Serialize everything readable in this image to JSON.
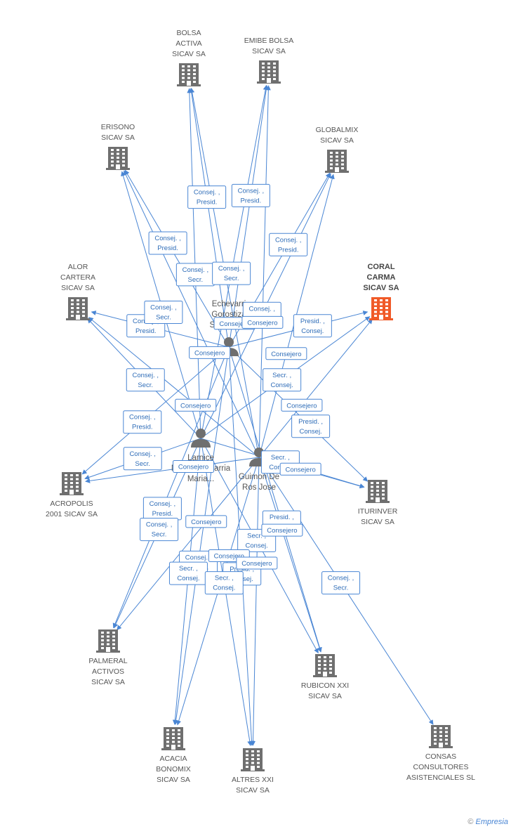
{
  "colors": {
    "edge": "#4a86d4",
    "building": "#6f6f6f",
    "focus": "#f05a28",
    "person": "#6f6f6f",
    "label": "#555555"
  },
  "companies": [
    {
      "id": "bolsa",
      "label": [
        "BOLSA",
        "ACTIVA",
        "SICAV SA"
      ],
      "icon": "building-icon"
    },
    {
      "id": "emibe",
      "label": [
        "EMIBE BOLSA",
        "SICAV SA"
      ],
      "icon": "building-icon"
    },
    {
      "id": "erisono",
      "label": [
        "ERISONO",
        "SICAV SA"
      ],
      "icon": "building-icon"
    },
    {
      "id": "globalmix",
      "label": [
        "GLOBALMIX",
        "SICAV SA"
      ],
      "icon": "building-icon"
    },
    {
      "id": "alor",
      "label": [
        "ALOR",
        "CARTERA",
        "SICAV SA"
      ],
      "icon": "building-icon"
    },
    {
      "id": "coral",
      "label": [
        "CORAL",
        "CARMA",
        "SICAV SA"
      ],
      "icon": "building-icon",
      "focus": true
    },
    {
      "id": "acropolis",
      "label": [
        "ACROPOLIS",
        "2001 SICAV SA"
      ],
      "icon": "building-icon"
    },
    {
      "id": "iturinver",
      "label": [
        "ITURINVER",
        "SICAV SA"
      ],
      "icon": "building-icon"
    },
    {
      "id": "palmeral",
      "label": [
        "PALMERAL",
        "ACTIVOS",
        "SICAV SA"
      ],
      "icon": "building-icon"
    },
    {
      "id": "rubicon",
      "label": [
        "RUBICON XXI",
        "SICAV SA"
      ],
      "icon": "building-icon"
    },
    {
      "id": "acacia",
      "label": [
        "ACACIA",
        "BONOMIX",
        "SICAV SA"
      ],
      "icon": "building-icon"
    },
    {
      "id": "altres",
      "label": [
        "ALTRES XXI",
        "SICAV SA"
      ],
      "icon": "building-icon"
    },
    {
      "id": "consas",
      "label": [
        "CONSAS",
        "CONSULTORES",
        "ASISTENCIALES SL"
      ],
      "icon": "building-icon"
    }
  ],
  "persons": [
    {
      "id": "echevarri",
      "label": [
        "Echevarri",
        "Gorostiza",
        "Santiago..."
      ],
      "icon": "person-icon"
    },
    {
      "id": "larnice",
      "label": [
        "Larnice",
        "Malaxechevarria",
        "Maria..."
      ],
      "icon": "person-icon"
    },
    {
      "id": "guimon",
      "label": [
        "Guimon De",
        "Ros Jose"
      ],
      "icon": "person-icon"
    }
  ],
  "edges": [
    {
      "from": "echevarri",
      "to": "bolsa",
      "label": [
        "Consej. ,",
        "Presid."
      ]
    },
    {
      "from": "echevarri",
      "to": "emibe",
      "label": [
        "Consej. ,",
        "Presid."
      ]
    },
    {
      "from": "echevarri",
      "to": "erisono",
      "label": [
        "Consej. ,",
        "Presid."
      ]
    },
    {
      "from": "echevarri",
      "to": "globalmix",
      "label": [
        "Consej. ,",
        "Presid."
      ]
    },
    {
      "from": "echevarri",
      "to": "alor",
      "label": [
        "Consej. ,",
        "Presid."
      ]
    },
    {
      "from": "echevarri",
      "to": "coral",
      "label": [
        "Presid. ,",
        "Consej."
      ]
    },
    {
      "from": "echevarri",
      "to": "acropolis",
      "label": [
        "Consej. ,",
        "Presid."
      ]
    },
    {
      "from": "echevarri",
      "to": "iturinver",
      "label": [
        "Presid. ,",
        "Consej."
      ]
    },
    {
      "from": "echevarri",
      "to": "palmeral",
      "label": [
        "Consej. ,",
        "Presid."
      ]
    },
    {
      "from": "echevarri",
      "to": "rubicon",
      "label": [
        "Presid. ,",
        "Consej."
      ]
    },
    {
      "from": "echevarri",
      "to": "acacia",
      "label": [
        "Consej. ,",
        "Presid."
      ]
    },
    {
      "from": "echevarri",
      "to": "altres",
      "label": [
        "Presid. ,",
        "Consej."
      ]
    },
    {
      "from": "larnice",
      "to": "bolsa",
      "label": [
        "Consej. ,",
        "Secr."
      ]
    },
    {
      "from": "larnice",
      "to": "emibe",
      "label": [
        "Consej. ,",
        "Secr."
      ]
    },
    {
      "from": "larnice",
      "to": "erisono",
      "label": [
        "Consej. ,",
        "Secr."
      ]
    },
    {
      "from": "larnice",
      "to": "globalmix",
      "label": [
        "Consej. ,",
        "Secr."
      ]
    },
    {
      "from": "larnice",
      "to": "alor",
      "label": [
        "Consej. ,",
        "Secr."
      ]
    },
    {
      "from": "larnice",
      "to": "coral",
      "label": [
        "Secr. ,",
        "Consej."
      ]
    },
    {
      "from": "larnice",
      "to": "acropolis",
      "label": [
        "Consej. ,",
        "Secr."
      ]
    },
    {
      "from": "larnice",
      "to": "iturinver",
      "label": [
        "Secr. ,",
        "Consej."
      ]
    },
    {
      "from": "larnice",
      "to": "palmeral",
      "label": [
        "Consej. ,",
        "Secr."
      ]
    },
    {
      "from": "larnice",
      "to": "rubicon",
      "label": [
        "Secr. ,",
        "Consej."
      ]
    },
    {
      "from": "larnice",
      "to": "acacia",
      "label": [
        "Secr. ,",
        "Consej."
      ]
    },
    {
      "from": "larnice",
      "to": "altres",
      "label": [
        "Secr. ,",
        "Consej."
      ]
    },
    {
      "from": "guimon",
      "to": "bolsa",
      "label": [
        "Consejero"
      ]
    },
    {
      "from": "guimon",
      "to": "emibe",
      "label": [
        "Consejero"
      ]
    },
    {
      "from": "guimon",
      "to": "erisono",
      "label": [
        "Consejero"
      ]
    },
    {
      "from": "guimon",
      "to": "globalmix",
      "label": [
        "Consejero"
      ]
    },
    {
      "from": "guimon",
      "to": "alor",
      "label": [
        "Consejero"
      ]
    },
    {
      "from": "guimon",
      "to": "coral",
      "label": [
        "Consejero"
      ]
    },
    {
      "from": "guimon",
      "to": "acropolis",
      "label": [
        "Consejero"
      ]
    },
    {
      "from": "guimon",
      "to": "iturinver",
      "label": [
        "Consejero"
      ]
    },
    {
      "from": "guimon",
      "to": "palmeral",
      "label": [
        "Consejero"
      ]
    },
    {
      "from": "guimon",
      "to": "rubicon",
      "label": [
        "Consejero"
      ]
    },
    {
      "from": "guimon",
      "to": "acacia",
      "label": [
        "Consejero"
      ]
    },
    {
      "from": "guimon",
      "to": "altres",
      "label": [
        "Consejero"
      ]
    },
    {
      "from": "guimon",
      "to": "consas",
      "label": [
        "Consej. ,",
        "Secr."
      ]
    }
  ],
  "footer": {
    "copyright": "©",
    "brand": "Empresia"
  }
}
